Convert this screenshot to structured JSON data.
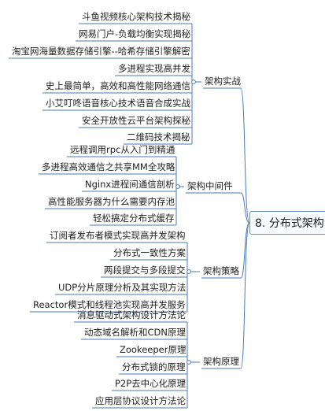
{
  "root": {
    "label": "8. 分布式架构"
  },
  "branches": [
    {
      "label": "架构实战",
      "items": [
        "斗鱼视频核心架构技术揭秘",
        "网易门户-负载均衡实现揭秘",
        "淘宝网海量数据存储引擎--哈希存储引擎解密",
        "多进程实现高并发",
        "史上最简单，高效和高性能网络通信",
        "小艾叮咚语音核心技术语音合成实战",
        "安全开放性云平台架构探秘",
        "二维码技术揭秘"
      ]
    },
    {
      "label": "架构中间件",
      "items": [
        "远程调用rpc从入门到精通",
        "多进程高效通信之共享MM全攻略",
        "Nginx进程间通信剖析",
        "高性能服务器为什么需要内存池",
        "轻松搞定分布式缓存"
      ]
    },
    {
      "label": "架构策略",
      "items": [
        "订阅者发布者模式实现高并发架构",
        "分布式一致性方案",
        "两段提交与多段提交",
        "UDP分片原理分析及其实现方法",
        "Reactor模式和线程池实现高并发服务"
      ]
    },
    {
      "label": "架构原理",
      "items": [
        "消息驱动式架构设计方法论",
        "动态域名解析和CDN原理",
        "Zookeeper原理",
        "分布式锁的原理",
        "P2P去中心化原理",
        "应用层协议设计方法论"
      ]
    }
  ],
  "colors": {
    "link": "#4a7ab8",
    "root_border": "#6f8fb8"
  }
}
